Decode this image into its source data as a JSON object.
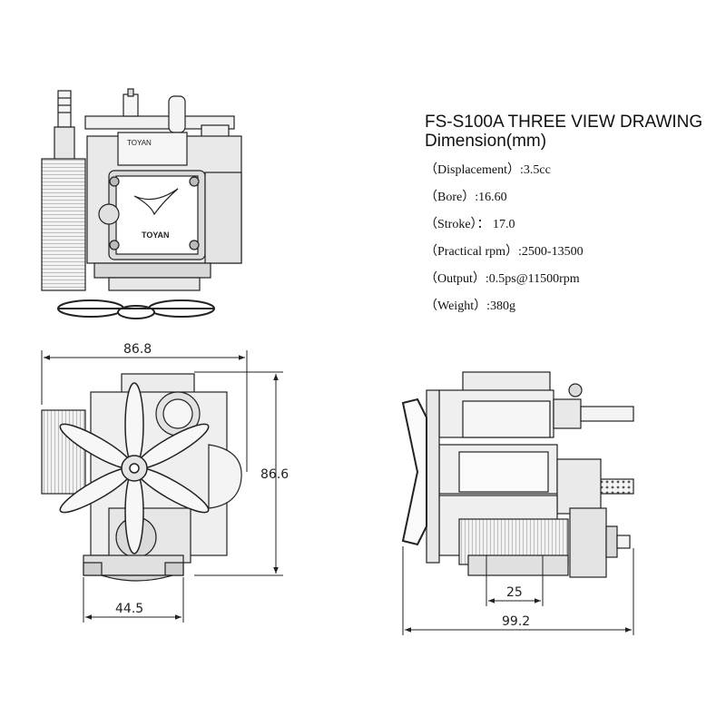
{
  "heading": {
    "title": "FS-S100A  THREE VIEW DRAWING",
    "subtitle": "Dimension(mm)"
  },
  "specs": [
    "（Displacement）:3.5cc",
    "（Bore）:16.60",
    "（Stroke）： 17.0",
    "（Practical rpm）:2500-13500",
    "（Output）:0.5ps@11500rpm",
    "（Weight）:380g"
  ],
  "top_view": {
    "brand": "TOYAN",
    "cover_text": "TOYAN"
  },
  "front_view": {
    "width_dim": "86.8",
    "height_dim": "86.6",
    "base_dim": "44.5"
  },
  "side_view": {
    "inner_dim": "25",
    "length_dim": "99.2"
  },
  "colors": {
    "line": "#222222",
    "fill_light": "#e9e9e9",
    "fill_mid": "#cfcfcf"
  }
}
